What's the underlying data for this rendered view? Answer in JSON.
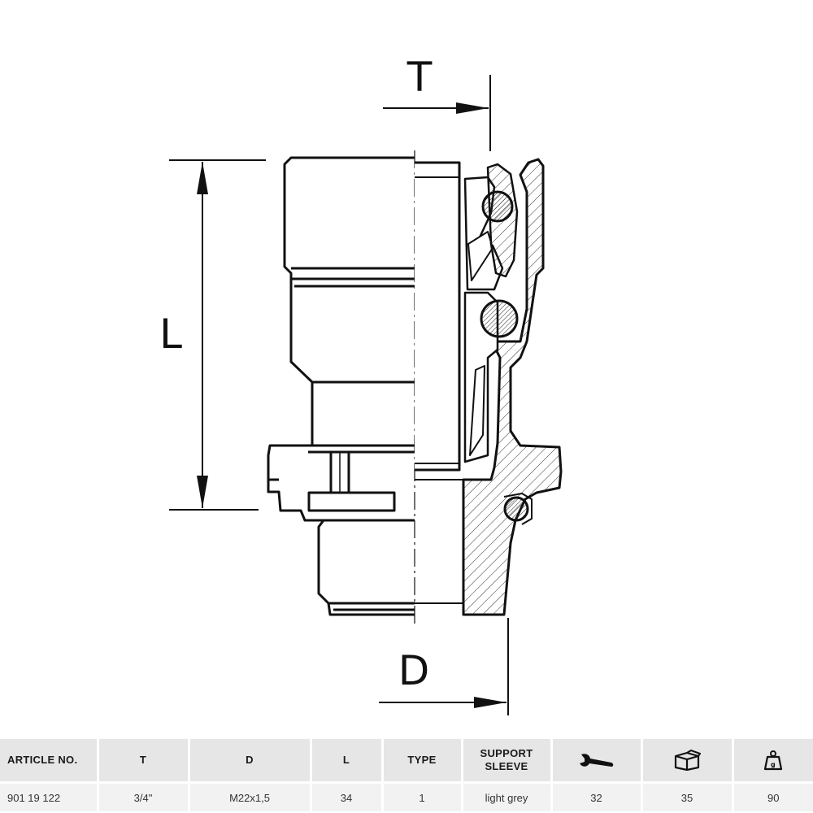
{
  "drawing": {
    "dimension_labels": {
      "t": "T",
      "l": "L",
      "d": "D"
    }
  },
  "table": {
    "headers": {
      "article_no": "ARTICLE NO.",
      "t": "T",
      "d": "D",
      "l": "L",
      "type": "TYPE",
      "support_sleeve": "SUPPORT SLEEVE",
      "wrench": "wrench-icon",
      "box": "box-icon",
      "weight": "weight-icon"
    },
    "row": {
      "article_no": "901 19 122",
      "t": "3/4\"",
      "d": "M22x1,5",
      "l": "34",
      "type": "1",
      "support_sleeve": "light grey",
      "wrench": "32",
      "box": "35",
      "weight": "90"
    }
  }
}
